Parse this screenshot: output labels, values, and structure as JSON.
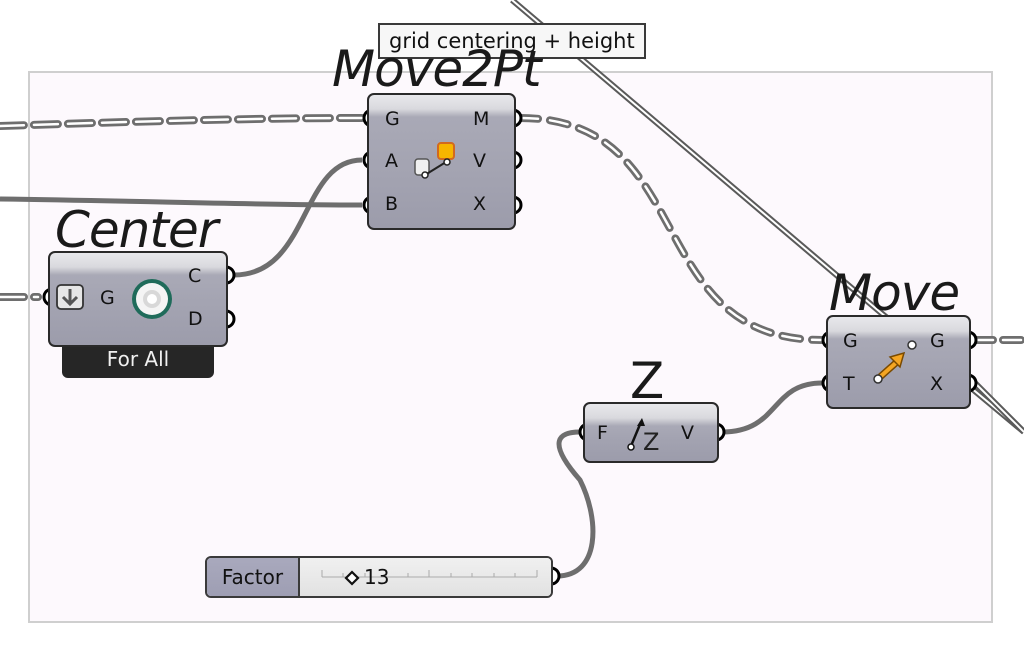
{
  "tooltip": {
    "text": "grid centering + height"
  },
  "group": {
    "background": "#fdf9fd",
    "border": "#cfcfcf"
  },
  "components": {
    "move2pt": {
      "nickname": "Move2Pt",
      "inputs": [
        "G",
        "A",
        "B"
      ],
      "outputs": [
        "M",
        "V",
        "X"
      ],
      "icon": "move-to-point-icon"
    },
    "center": {
      "nickname": "Center",
      "inputs": [
        "G"
      ],
      "outputs": [
        "C",
        "D"
      ],
      "icon": "circle-center-icon",
      "input_modifier_icon": "graft-arrow-down-icon",
      "footer": "For All"
    },
    "move": {
      "nickname": "Move",
      "inputs": [
        "G",
        "T"
      ],
      "outputs": [
        "G",
        "X"
      ],
      "icon": "move-arrow-icon"
    },
    "unit_z": {
      "nickname": "Z",
      "inputs": [
        "F"
      ],
      "outputs": [
        "V"
      ],
      "icon": "unit-z-vector-icon"
    },
    "slider": {
      "label": "Factor",
      "value": "13"
    }
  },
  "colors": {
    "wire": "#6e6e6e",
    "component_body": "#a3a3b1",
    "accent_orange": "#f5a623",
    "center_ring": "#1f6b5a",
    "footer_bg": "#262626"
  }
}
